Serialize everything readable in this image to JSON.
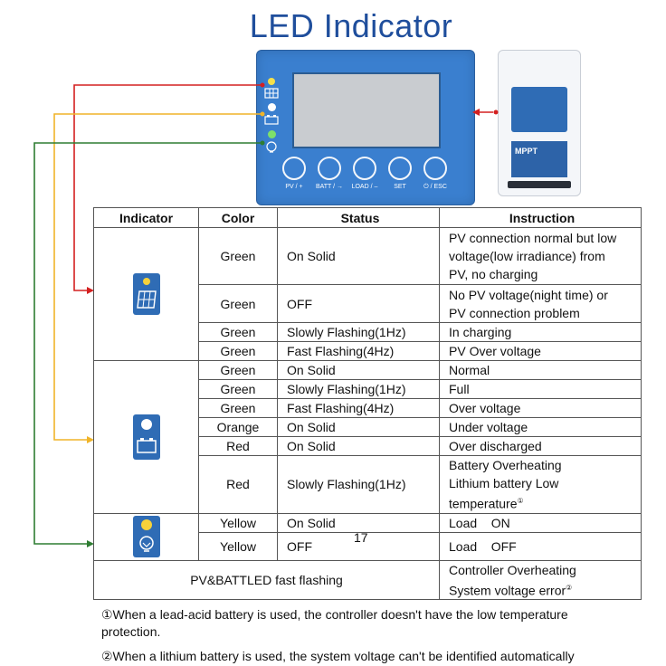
{
  "title": "LED Indicator",
  "controller": {
    "buttons": [
      {
        "label": "PV / +"
      },
      {
        "label": "BATT / →"
      },
      {
        "label": "LOAD / –"
      },
      {
        "label": "SET"
      },
      {
        "label": "⏻ / ESC"
      }
    ],
    "device_label": "MPPT"
  },
  "colors": {
    "title": "#1f4e9c",
    "panel": "#3a7fcf",
    "wire_pv": "#d42020",
    "wire_batt": "#f0b429",
    "wire_load": "#2e7d32"
  },
  "table": {
    "headers": [
      "Indicator",
      "Color",
      "Status",
      "Instruction"
    ],
    "groups": [
      {
        "icon": "solar-panel-icon",
        "rows": [
          {
            "color": "Green",
            "status": "On Solid",
            "instruction": [
              "PV connection normal but low",
              "voltage(low irradiance) from",
              "PV, no charging"
            ]
          },
          {
            "color": "Green",
            "status": "OFF",
            "instruction": [
              "No PV voltage(night time) or",
              "PV connection problem"
            ]
          },
          {
            "color": "Green",
            "status": "Slowly Flashing(1Hz)",
            "instruction": [
              "In charging"
            ]
          },
          {
            "color": "Green",
            "status": "Fast Flashing(4Hz)",
            "instruction": [
              "PV Over voltage"
            ]
          }
        ]
      },
      {
        "icon": "battery-icon",
        "rows": [
          {
            "color": "Green",
            "status": "On Solid",
            "instruction": [
              "Normal"
            ]
          },
          {
            "color": "Green",
            "status": "Slowly Flashing(1Hz)",
            "instruction": [
              "Full"
            ]
          },
          {
            "color": "Green",
            "status": "Fast Flashing(4Hz)",
            "instruction": [
              "Over voltage"
            ]
          },
          {
            "color": "Orange",
            "status": "On Solid",
            "instruction": [
              "Under voltage"
            ]
          },
          {
            "color": "Red",
            "status": "On Solid",
            "instruction": [
              "Over discharged"
            ]
          },
          {
            "color": "Red",
            "status": "Slowly Flashing(1Hz)",
            "instruction": [
              "Battery Overheating",
              "Lithium battery Low",
              "temperature"
            ]
          }
        ]
      },
      {
        "icon": "load-bulb-icon",
        "rows": [
          {
            "color": "Yellow",
            "status": "On Solid",
            "instruction": [
              "Load    ON"
            ]
          },
          {
            "color": "Yellow",
            "status": "OFF",
            "instruction": [
              "Load    OFF"
            ]
          }
        ]
      }
    ],
    "footer_row": {
      "label": "PV&BATTLED fast flashing",
      "instruction": [
        "Controller Overheating",
        "System voltage error"
      ]
    },
    "superscript_1": "①",
    "superscript_2": "②",
    "floating_number": "17"
  },
  "notes": [
    "①When a lead-acid battery is used, the controller doesn't have the low temperature",
    "protection.",
    "②When a lithium battery is used, the system voltage can't be identified automatically"
  ]
}
